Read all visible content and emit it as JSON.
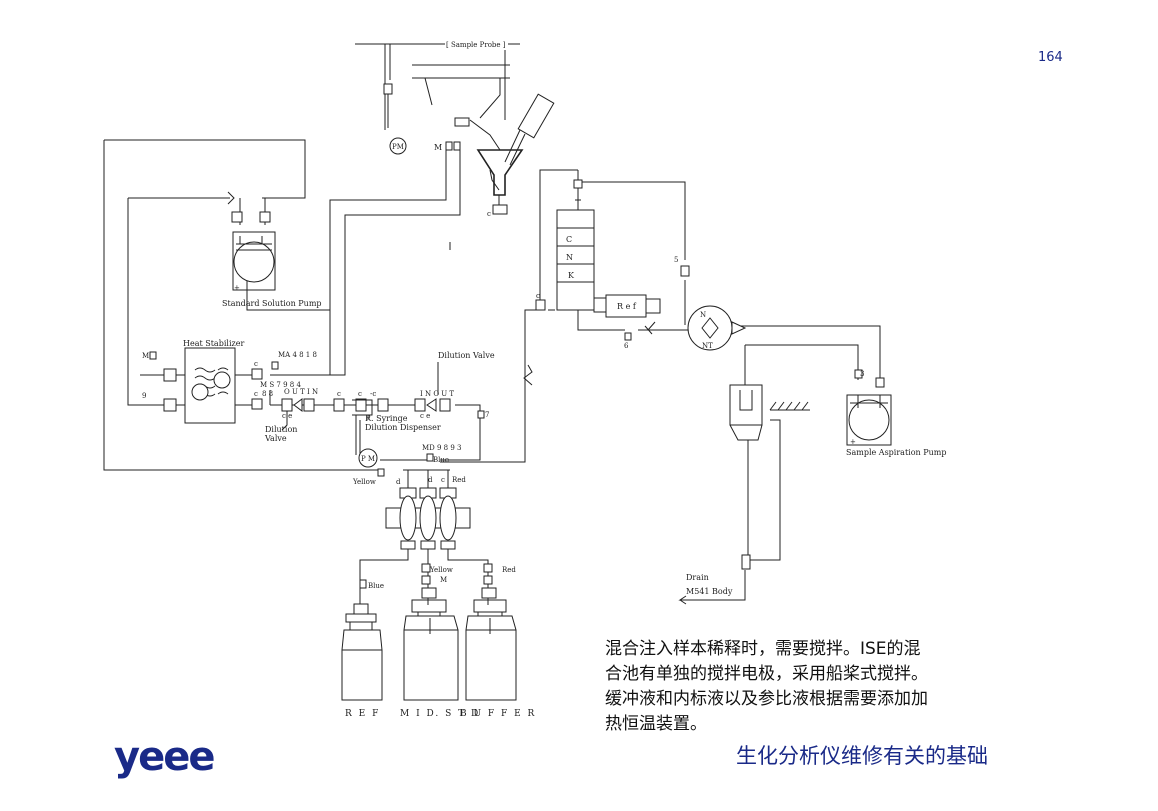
{
  "page_number": "164",
  "diagram": {
    "labels": {
      "sample_probe": "[ Sample Probe ]",
      "pm_top": "PM",
      "m_top": "M",
      "c_top": "c",
      "standard_solution_pump": "Standard Solution Pump",
      "heat_stabilizer": "Heat Stabilizer",
      "m_left": "M",
      "num_9": "9",
      "c_hs_top": "c",
      "c_hs_bottom": "c",
      "ma4818": "MA 4 8 1 8",
      "ms7984": "M S 7 9 8 4",
      "num_8": "8  8",
      "out_in_left": "O U T  I N",
      "c_e_left": "c        e",
      "dilution_valve_left": "Dilution\nValve",
      "c_mid1": "c",
      "c_mid2": "c",
      "c_mid3": "-c",
      "r_syringe": "R. Syringe\nDilution Dispenser",
      "dilution_valve_right": "Dilution Valve",
      "in_out_right": "I N  O U T",
      "c_e_right": "c       e",
      "num_7": "7",
      "pm_bottom": "P M",
      "md9893": "MD 9 8 9 3",
      "blue_top": "Blue",
      "yellow_left": "Yellow",
      "d1": "d",
      "d2": "d",
      "c_red": "c",
      "red_top": "Red",
      "c_ise": "C",
      "n_ise": "N",
      "k_ise": "K",
      "ref": "R e f",
      "c_side": "c",
      "num_5": "5",
      "num_6": "6",
      "n_valve": "N",
      "nt_valve": "NT",
      "num_3": "3",
      "sample_aspiration_pump": "Sample Aspiration Pump",
      "blue_bottle": "Blue",
      "yellow_bottle": "Yellow",
      "m_bottle": "M",
      "red_bottle": "Red",
      "drain": "Drain",
      "m541_body": "M541 Body",
      "bottle_ref": "R E F",
      "bottle_mid_std": "M I D.  S T D",
      "bottle_buffer": "B U F F E R"
    }
  },
  "description_lines": [
    "混合注入样本稀释时，需要搅拌。ISE的混",
    "合池有单独的搅拌电极，采用船桨式搅拌。",
    "缓冲液和内标液以及参比液根据需要添加加",
    "热恒温装置。"
  ],
  "footer_title": "生化分析仪维修有关的基础",
  "logo_text": "yeee",
  "colors": {
    "accent": "#1a2a88",
    "line": "#222222"
  }
}
